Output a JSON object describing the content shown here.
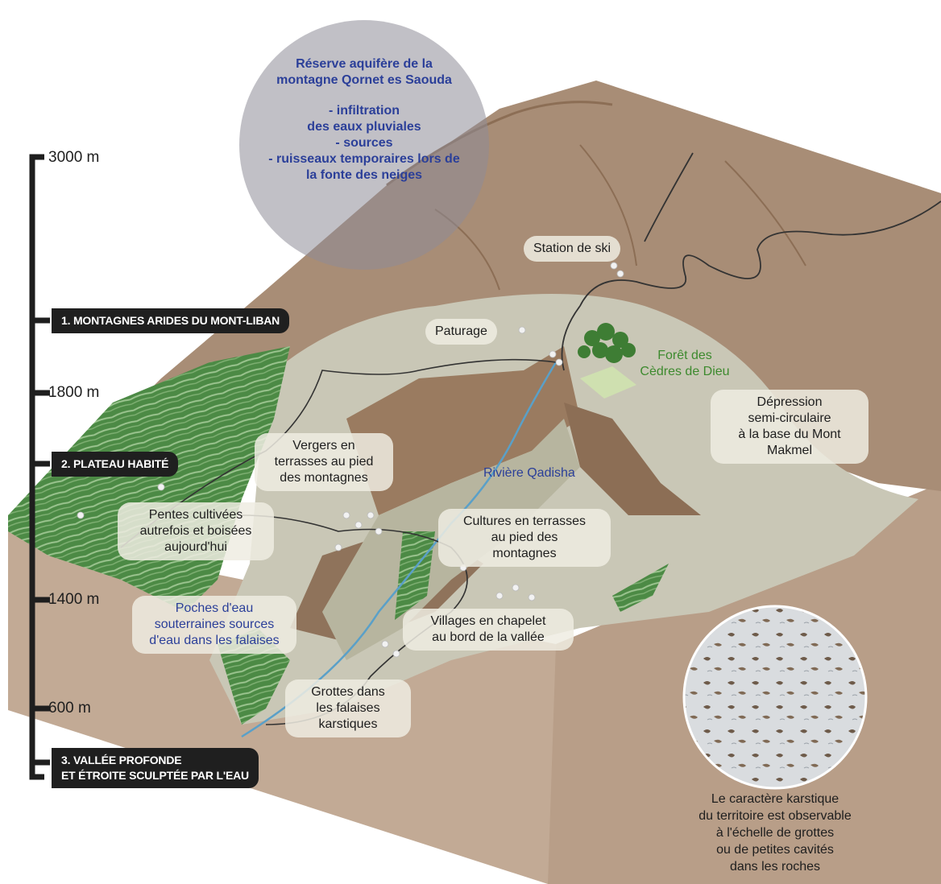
{
  "aquifer": {
    "title_lines": [
      "Réserve aquifère de la",
      "montagne Qornet es Saouda"
    ],
    "item_lines": [
      "- infiltration",
      "des eaux pluviales",
      "- sources",
      "- ruisseaux temporaires lors de",
      "la fonte des neiges"
    ]
  },
  "altitude_scale": {
    "ticks": [
      "3000 m",
      "1800 m",
      "1400 m",
      "600 m"
    ]
  },
  "zones": [
    {
      "lines": [
        "1. MONTAGNES ARIDES DU MONT-LIBAN"
      ]
    },
    {
      "lines": [
        "2. PLATEAU HABITÉ"
      ]
    },
    {
      "lines": [
        "3. VALLÉE PROFONDE",
        "ET ÉTROITE SCULPTÉE PAR L'EAU"
      ]
    }
  ],
  "labels": {
    "ski": [
      "Station de ski"
    ],
    "paturage": [
      "Paturage"
    ],
    "foret": [
      "Forêt des",
      "Cèdres de Dieu"
    ],
    "depression": [
      "Dépression",
      "semi-circulaire",
      "à la base du Mont",
      "Makmel"
    ],
    "vergers": [
      "Vergers en",
      "terrasses au pied",
      "des montagnes"
    ],
    "riviere": [
      "Rivière Qadisha"
    ],
    "pentes": [
      "Pentes cultivées",
      "autrefois et boisées",
      "aujourd'hui"
    ],
    "cultures": [
      "Cultures en terrasses",
      "au pied des",
      "montagnes"
    ],
    "poches": [
      "Poches d'eau",
      "souterraines sources",
      "d'eau dans les falaises"
    ],
    "villages": [
      "Villages en chapelet",
      "au bord de la vallée"
    ],
    "grottes": [
      "Grottes dans",
      "les falaises",
      "karstiques"
    ],
    "karst_caption": [
      "Le caractère karstique",
      "du territoire est observable",
      "à l'échelle de grottes",
      "ou de petites cavités",
      "dans les roches"
    ]
  },
  "colors": {
    "mountain": "#a88d76",
    "plateau": "#c9c7b6",
    "cliff": "#8c6e55",
    "terrace_green": "#4c8a45",
    "bubble": "#8e8d97",
    "label_blue": "#2b3f99",
    "label_green": "#3d8a2e"
  }
}
